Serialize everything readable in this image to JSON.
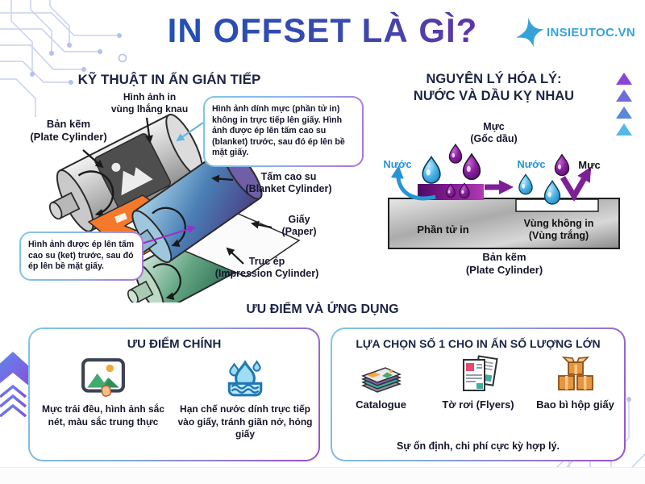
{
  "header": {
    "title": "IN OFFSET LÀ GÌ?",
    "logo_text": "INSIEUTOC.VN"
  },
  "left_section": {
    "heading": "KỸ THUẬT IN ẤN GIÁN TIẾP",
    "label_image_area": "Hình ảnh in\nvùng lhắng knau",
    "label_plate_cylinder": "Bản kẽm\n(Plate Cylinder)",
    "callout_top": "Hình ảnh dính mực (phần tử in) không in trực tiếp lên giấy. Hình ảnh được ép lên tấm cao su (blanket) trước, sau đó ép lên bề mặt giấy.",
    "label_blanket_cylinder": "Tấm cao su\n(Blanket Cylinder)",
    "label_paper": "Giấy\n(Paper)",
    "label_impression_cylinder": "Trục ép\n(Impression Cylinder)",
    "callout_bottom": "Hình ảnh được ép lên tấm cao su (ket) trước, sau đó ép lên bề mặt giấy."
  },
  "right_section": {
    "heading": "NGUYÊN LÝ HÓA LÝ:\nNƯỚC VÀ DẦU KỴ NHAU",
    "label_ink_oil": "Mực\n(Gốc dầu)",
    "label_water_left": "Nước",
    "label_water_mid": "Nước",
    "label_ink_right": "Mực",
    "label_print_element": "Phần tử in",
    "label_non_print": "Vùng không in\n(Vùng trắng)",
    "label_plate_cylinder": "Bản kẽm\n(Plate Cylinder)"
  },
  "bottom_section": {
    "heading": "ƯU ĐIỂM VÀ ỨNG DỤNG",
    "advantages": {
      "title": "ƯU ĐIỂM CHÍNH",
      "items": [
        {
          "icon": "picture-icon",
          "text": "Mực trải đều, hình ảnh sắc nét, màu sắc trung thực"
        },
        {
          "icon": "water-drop-icon",
          "text": "Hạn chế nước dính trực tiếp vào giấy, tránh giãn nở, hỏng giấy"
        }
      ]
    },
    "applications": {
      "title": "LỰA CHỌN SỐ 1 CHO IN ẤN SỐ LƯỢNG LỚN",
      "items": [
        {
          "icon": "catalogue-icon",
          "label": "Catalogue"
        },
        {
          "icon": "flyers-icon",
          "label": "Tờ rơi (Flyers)"
        },
        {
          "icon": "boxes-icon",
          "label": "Bao bì hộp giấy"
        }
      ],
      "footnote": "Sự ổn định, chi phí cực kỳ hợp lý."
    }
  },
  "colors": {
    "title_gradient_start": "#2051b5",
    "title_gradient_end": "#6d2fa8",
    "heading_navy": "#1b2446",
    "logo_blue": "#35a3da",
    "water_blue": "#2795d3",
    "ink_purple": "#7d1f95",
    "triangle_colors": [
      "#8a45d6",
      "#6d6ddb",
      "#5c86dd",
      "#53b9e8"
    ]
  }
}
